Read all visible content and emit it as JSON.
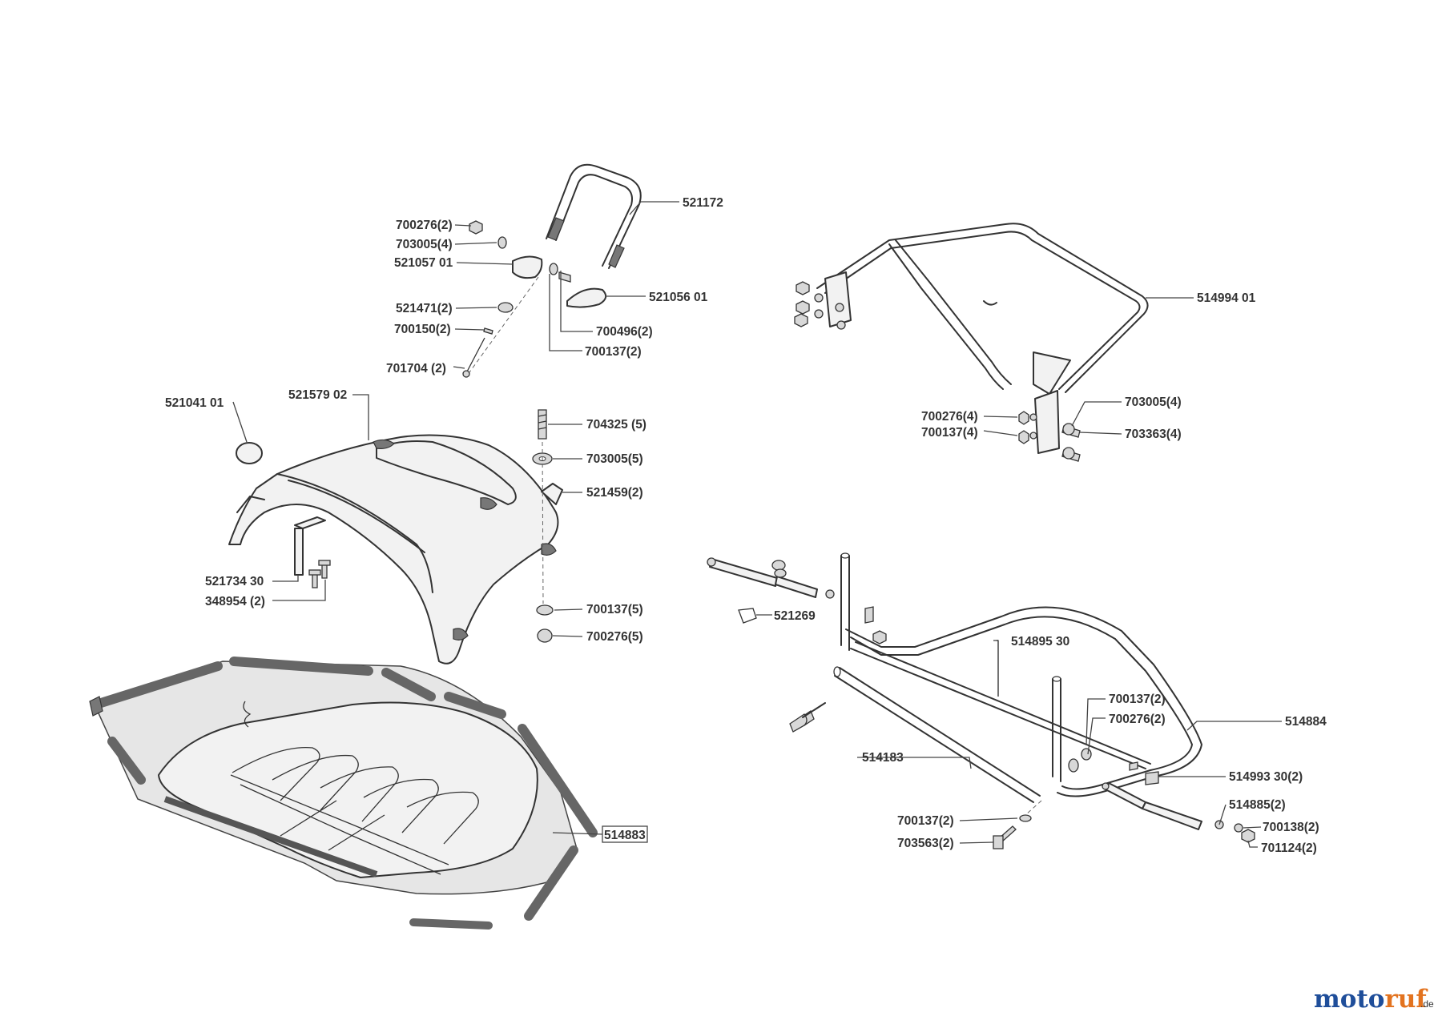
{
  "labels": {
    "p521172": "521172",
    "p700276_2_top": "700276(2)",
    "p703005_4_top": "703005(4)",
    "p521057_01": "521057 01",
    "p521471_2": "521471(2)",
    "p700150_2": "700150(2)",
    "p701704_2": "701704 (2)",
    "p521056_01": "521056 01",
    "p700496_2": "700496(2)",
    "p700137_2_top": "700137(2)",
    "p514994_01": "514994 01",
    "p700276_4": "700276(4)",
    "p700137_4": "700137(4)",
    "p703005_4_right": "703005(4)",
    "p703363_4": "703363(4)",
    "p521041_01": "521041  01",
    "p521579_02": "521579 02",
    "p704325_5": "704325 (5)",
    "p703005_5": "703005(5)",
    "p521459_2": "521459(2)",
    "p521734_30": "521734 30",
    "p348954_2": "348954 (2)",
    "p700137_5": "700137(5)",
    "p700276_5": "700276(5)",
    "p514883": "514883",
    "p521269": "521269",
    "p514895_30": "514895 30",
    "p700137_2_mid": "700137(2)",
    "p700276_2_mid": "700276(2)",
    "p514884": "514884",
    "p514183": "514183",
    "p514993_30_2": "514993 30(2)",
    "p514885_2": "514885(2)",
    "p700137_2_bot": "700137(2)",
    "p700138_2": "700138(2)",
    "p703563_2": "703563(2)",
    "p701124_2": "701124(2)"
  },
  "watermark": {
    "brand_a": "moto",
    "brand_b": "ruf",
    "suffix": ".de",
    "color_a": "#1f4e9a",
    "color_b": "#e3731f"
  }
}
